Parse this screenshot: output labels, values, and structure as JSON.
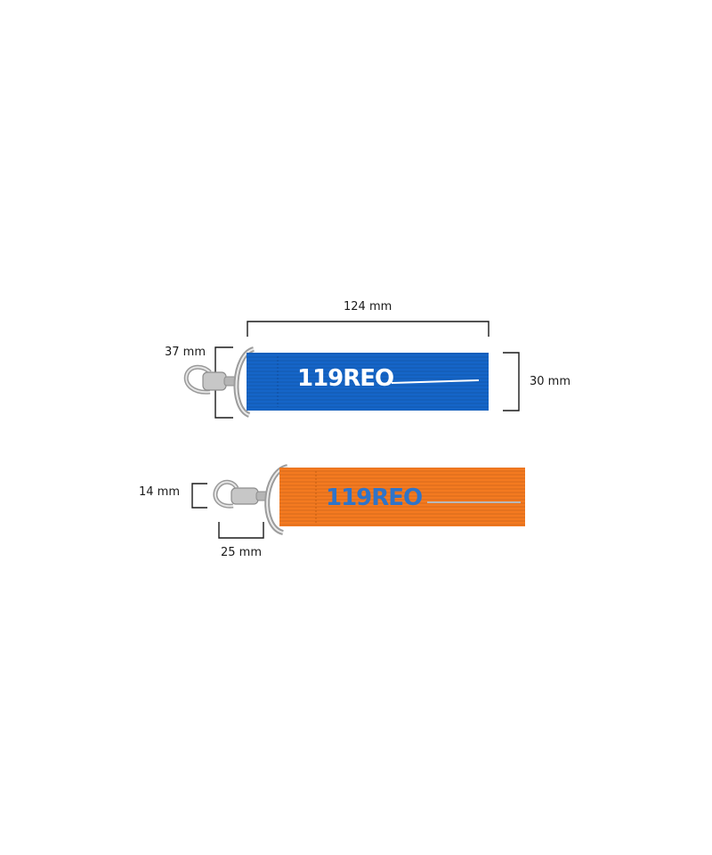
{
  "dimensions": {
    "blue_length": "124 mm",
    "blue_ring_height": "37 mm",
    "blue_strap_height": "30 mm",
    "hook_height": "14 mm",
    "hook_width": "25 mm"
  },
  "keychains": [
    {
      "name": "blue",
      "strap_color": "#1565c8",
      "text": "119REO",
      "text_color": "#ffffff"
    },
    {
      "name": "orange",
      "strap_color": "#f47a20",
      "text": "119REO",
      "text_color": "#2f74c9"
    }
  ],
  "metal_color": "#c9c9c9"
}
